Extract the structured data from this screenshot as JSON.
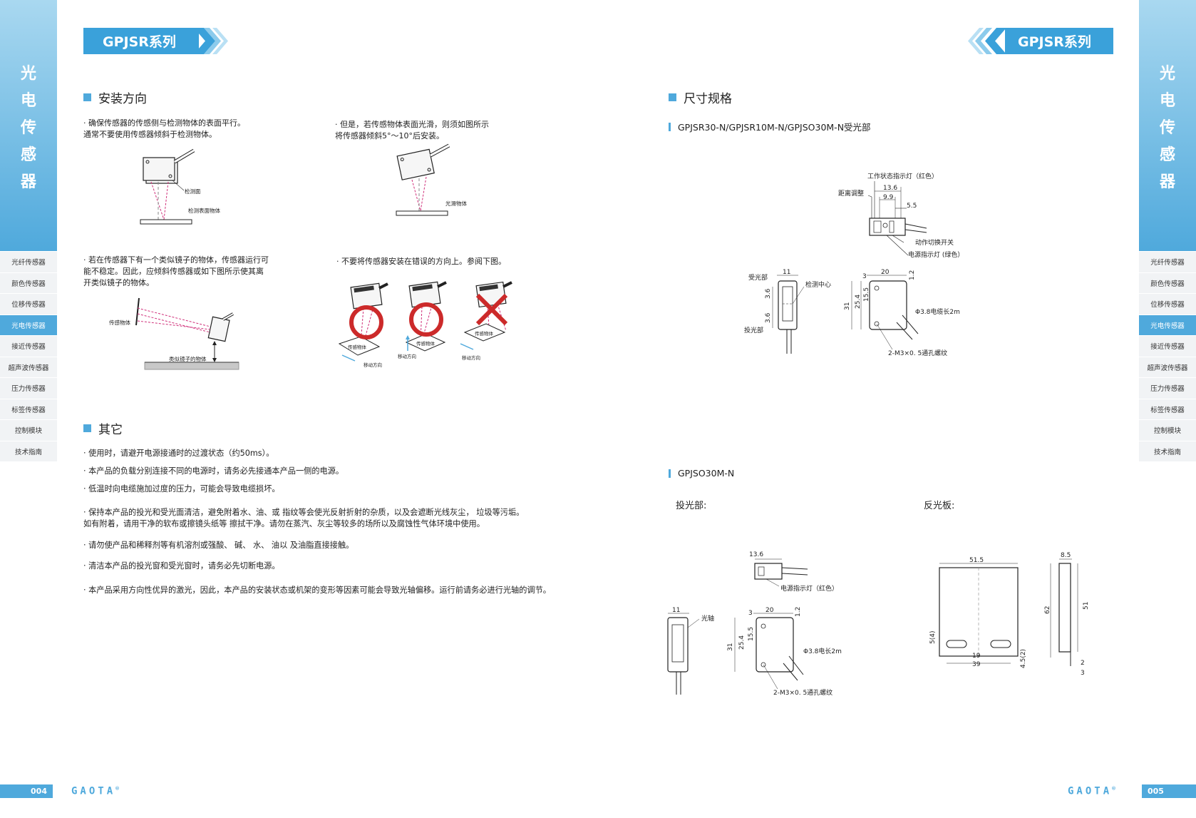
{
  "sidebar": {
    "vertical_title": [
      "光",
      "电",
      "传",
      "感",
      "器"
    ],
    "items": [
      "光纤传感器",
      "颜色传感器",
      "位移传感器",
      "光电传感器",
      "接近传感器",
      "超声波传感器",
      "压力传感器",
      "标签传感器",
      "控制模块",
      "技术指南"
    ],
    "active_index": 3
  },
  "header": {
    "series_left": "GPJSR系列",
    "series_right": "GPJSR系列"
  },
  "install": {
    "title": "安装方向",
    "p1": [
      "· 确保传感器的传感侧与检测物体的表面平行。",
      "  通常不要使用传感器倾斜于检测物体。"
    ],
    "p2": [
      "· 但是，若传感物体表面光滑，则须如图所示",
      "  将传感器倾斜5°～10°后安装。"
    ],
    "p3": [
      "· 若在传感器下有一个类似镜子的物体，传感器运行可",
      "  能不稳定。因此，应倾斜传感器或如下图所示使其离",
      "  开类似镜子的物体。"
    ],
    "p4": "· 不要将传感器安装在错误的方向上。参阅下图。",
    "fig1": {
      "face": "检测面",
      "object": "检测表面物体"
    },
    "fig2": {
      "object": "光滑物体"
    },
    "fig3": {
      "object": "传感物体",
      "mirror": "类似镜子的物体"
    },
    "fig4": {
      "object": "传感物体",
      "move": "移动方向"
    }
  },
  "other": {
    "title": "其它",
    "notes": [
      "· 使用时，请避开电源接通时的过渡状态（约50ms）。",
      "· 本产品的负载分别连接不同的电源时，请务必先接通本产品一侧的电源。",
      "· 低温时向电缆施加过度的压力，可能会导致电缆损坏。",
      "· 保持本产品的投光和受光面清洁，避免附着水、油、或 指纹等会使光反射折射的杂质，以及会遮断光线灰尘， 垃圾等污垢。",
      "  如有附着，请用干净的软布或擦镜头纸等 擦拭干净。请勿在蒸汽、灰尘等较多的场所以及腐蚀性气体环境中使用。",
      "· 请勿使产品和稀释剂等有机溶剂或强酸、 碱、 水、 油以  及油脂直接接触。",
      "· 清洁本产品的投光窗和受光窗时，请务必先切断电源。",
      "· 本产品采用方向性优异的激光，因此，本产品的安装状态或机架的变形等因素可能会导致光轴偏移。运行前请务必进行光轴的调节。"
    ]
  },
  "dims": {
    "title": "尺寸规格",
    "sub1": "GPJSR30-N/GPJSR10M-N/GPJSO30M-N受光部",
    "sub2": "GPJSO30M-N",
    "emitter_label": "投光部:",
    "reflector_label": "反光板:",
    "d1": {
      "indicator": "工作状态指示灯（红色）",
      "distance": "距离调整",
      "switch": "动作切换开关",
      "power": "电源指示灯 (绿色）",
      "v136": "13.6",
      "v99": "9.9",
      "v55": "5.5",
      "receiver": "受光部",
      "emitter": "投光部",
      "center": "检测中心",
      "v11": "11",
      "v36a": "3.6",
      "v36b": "3.6",
      "v3": "3",
      "v20": "20",
      "v12": "1.2",
      "v31": "31",
      "v254": "25.4",
      "v155": "15.5",
      "cable": "Φ3.8电缆长2m",
      "screw": "2-M3×0. 5通孔螺纹"
    },
    "d2": {
      "v136": "13.6",
      "power": "电源指示灯（红色）",
      "v11": "11",
      "axis": "光轴",
      "v3": "3",
      "v20": "20",
      "v12": "1.2",
      "v31": "31",
      "v254": "25.4",
      "v155": "15.5",
      "cable": "Φ3.8电长2m",
      "screw": "2-M3×0. 5通孔螺纹"
    },
    "d3": {
      "v515": "51.5",
      "v85": "8.5",
      "v62": "62",
      "v51": "51",
      "v54": "5(4)",
      "v19": "19",
      "v39": "39",
      "v452": "4.5(2)",
      "v2": "2",
      "v3": "3"
    }
  },
  "footer": {
    "page_left": "004",
    "page_right": "005",
    "logo": "GAOTA",
    "reg": "®"
  },
  "colors": {
    "accent": "#4fa9dc",
    "mark_red": "#cc2a2a"
  }
}
